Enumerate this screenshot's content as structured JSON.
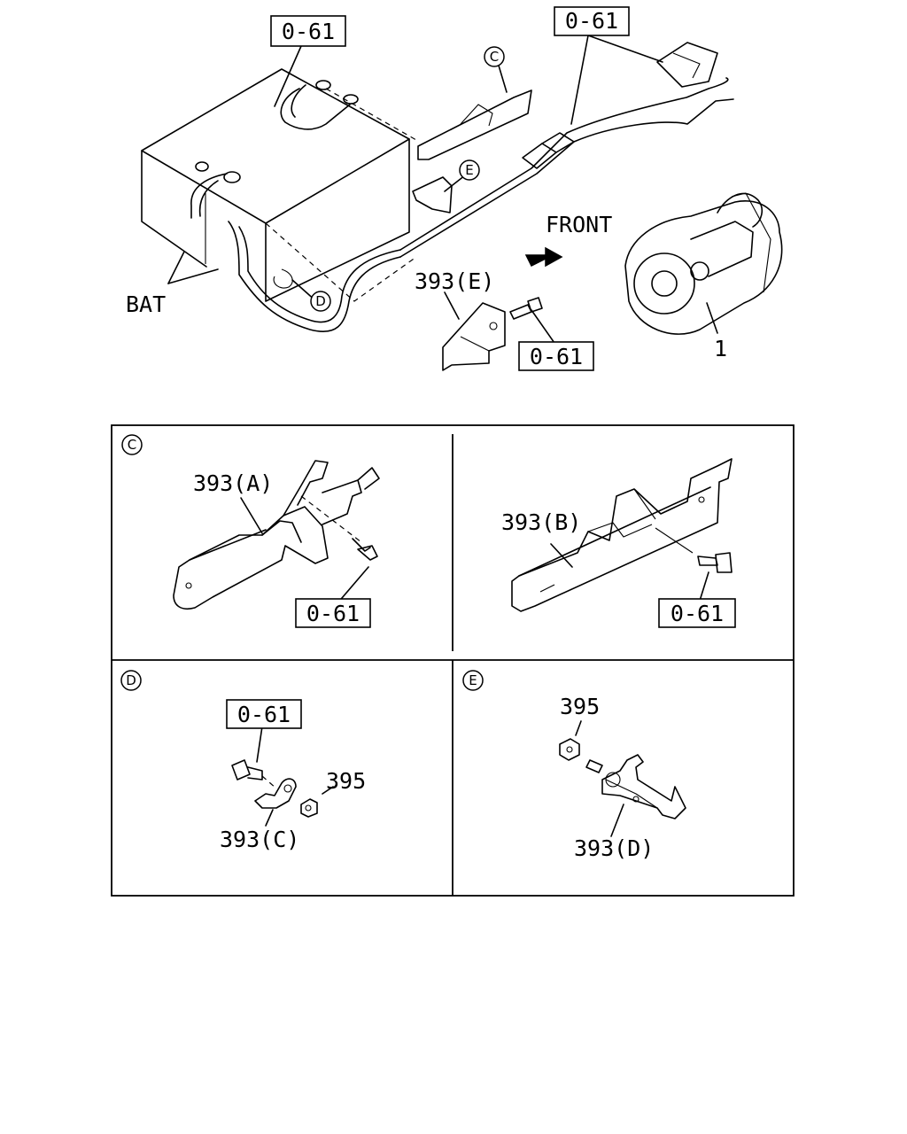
{
  "top": {
    "ref_battery": "0-61",
    "ref_starter_cable": "0-61",
    "ref_bracket_e": "0-61",
    "label_bat": "BAT",
    "label_front": "FRONT",
    "part_bracket_e": "393(E)",
    "part_starter": "1",
    "callout_c": "C",
    "callout_d": "D",
    "callout_e": "E"
  },
  "panels": {
    "c_left": {
      "callout": "C",
      "part": "393(A)",
      "ref": "0-61"
    },
    "c_right": {
      "part": "393(B)",
      "ref": "0-61"
    },
    "d": {
      "callout": "D",
      "ref": "0-61",
      "nut": "395",
      "part": "393(C)"
    },
    "e": {
      "callout": "E",
      "nut": "395",
      "part": "393(D)"
    }
  },
  "icons": [
    "front-arrow-icon",
    "starter-motor-icon",
    "battery-icon",
    "bolt-icon",
    "nut-icon"
  ]
}
